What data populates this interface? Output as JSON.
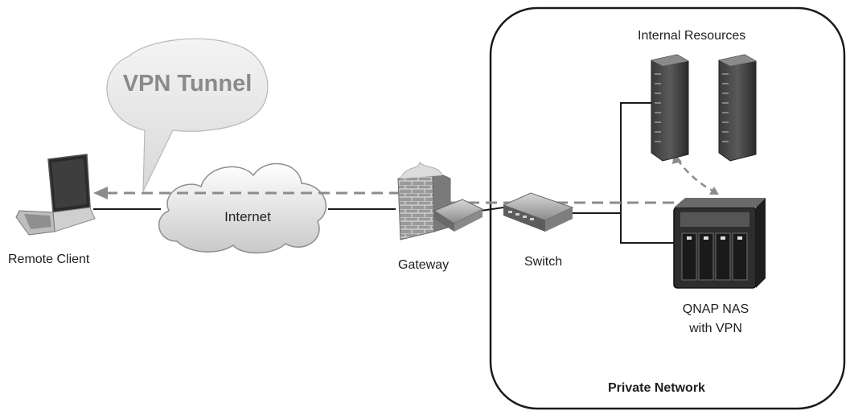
{
  "diagram": {
    "vpn_tunnel": "VPN Tunnel",
    "internet": "Internet",
    "remote_client": "Remote Client",
    "gateway": "Gateway",
    "switch": "Switch",
    "internal_resources": "Internal Resources",
    "nas_line1": "QNAP NAS",
    "nas_line2": "with VPN",
    "private_network": "Private Network"
  },
  "colors": {
    "solid_line": "#1a1a1a",
    "tunnel_dash": "#8c8c8c",
    "boundary": "#1a1a1a"
  }
}
